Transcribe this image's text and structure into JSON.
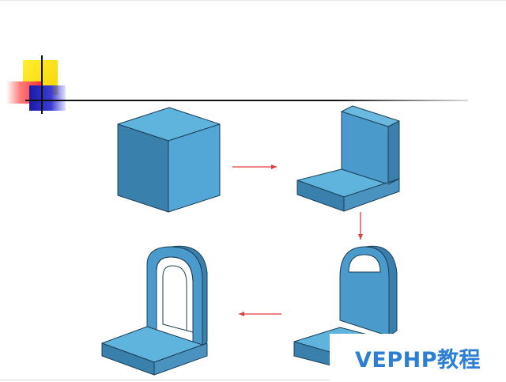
{
  "colors": {
    "face_front": "#4fa3d1",
    "face_top": "#5fb4dd",
    "face_side": "#3a80ad",
    "edge": "#1c3f58",
    "arrow": "#e23b3b",
    "watermark": "#2d7fd3"
  },
  "diagram": {
    "steps": [
      {
        "name": "cube"
      },
      {
        "name": "l-bracket"
      },
      {
        "name": "l-bracket-with-arched-upright"
      },
      {
        "name": "l-bracket-with-arched-frame"
      }
    ]
  },
  "watermark": {
    "text": "VEPHP教程"
  }
}
